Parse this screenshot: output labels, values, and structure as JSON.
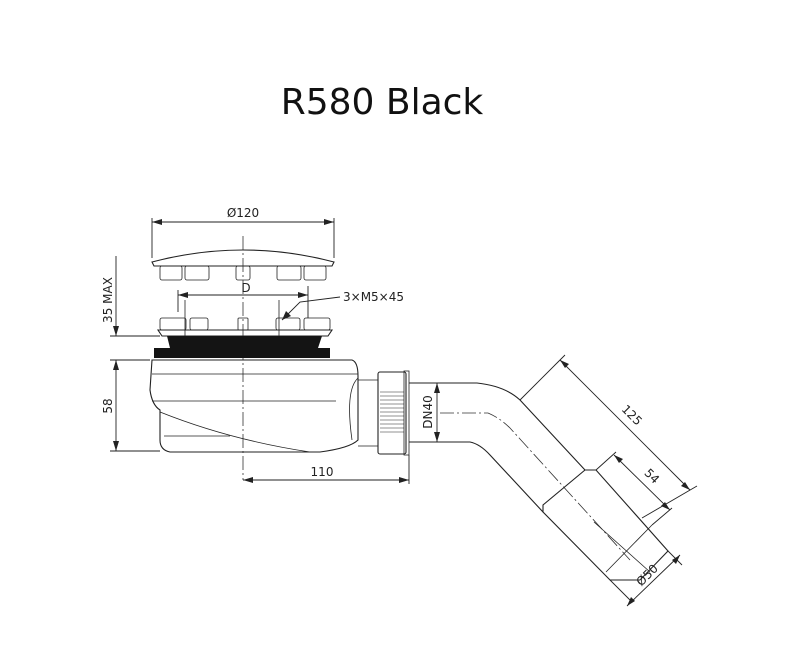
{
  "title": "R580 Black",
  "dimensions": {
    "cover_diameter": "Ø120",
    "max_height": "35 MAX",
    "bolt_circle": "D",
    "screws": "3×M5×45",
    "body_height": "58",
    "outlet_offset": "110",
    "outlet_nominal": "DN40",
    "elbow_length": "125",
    "sleeve_length": "54",
    "outlet_diameter": "Ø50"
  }
}
